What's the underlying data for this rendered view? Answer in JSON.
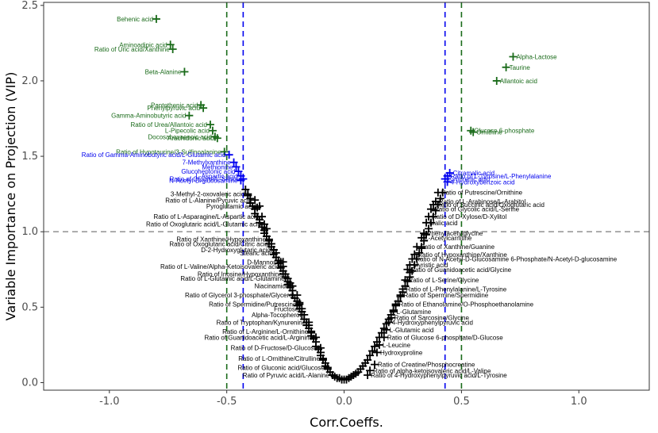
{
  "chart_data": {
    "type": "scatter",
    "xlabel": "Corr.Coeffs.",
    "ylabel": "Variable Importance on Projection (VIP)",
    "xlim": [
      -1.28,
      1.3
    ],
    "ylim": [
      -0.05,
      2.52
    ],
    "xticks": [
      {
        "v": -1.0,
        "label": "-1.0"
      },
      {
        "v": -0.5,
        "label": "-0.5"
      },
      {
        "v": 0.0,
        "label": "0.0"
      },
      {
        "v": 0.5,
        "label": "0.5"
      },
      {
        "v": 1.0,
        "label": "1.0"
      }
    ],
    "yticks": [
      {
        "v": 0.0,
        "label": "0.0"
      },
      {
        "v": 0.5,
        "label": "0.5"
      },
      {
        "v": 1.0,
        "label": "1.0"
      },
      {
        "v": 1.5,
        "label": "1.5"
      },
      {
        "v": 2.0,
        "label": "2.0"
      },
      {
        "v": 2.5,
        "label": "2.5"
      }
    ],
    "reference_lines": [
      {
        "axis": "y",
        "value": 1.0,
        "color": "#999999",
        "dash": "dashed"
      },
      {
        "axis": "x",
        "value": -0.5,
        "color": "#1a6b1a",
        "dash": "dashed"
      },
      {
        "axis": "x",
        "value": 0.5,
        "color": "#1a6b1a",
        "dash": "dashed"
      },
      {
        "axis": "x",
        "value": -0.43,
        "color": "#0000ee",
        "dash": "dashed"
      },
      {
        "axis": "x",
        "value": 0.43,
        "color": "#0000ee",
        "dash": "dashed"
      }
    ],
    "series_colors": {
      "strong": "#1a6b1a",
      "moderate": "#0000ee",
      "other": "#000000"
    },
    "series": [
      {
        "group": "strong",
        "points": [
          {
            "x": -0.8,
            "y": 2.41,
            "label": "Behenic acid"
          },
          {
            "x": -0.74,
            "y": 2.24,
            "label": "Aminoadipic acid"
          },
          {
            "x": -0.73,
            "y": 2.21,
            "label": "Ratio of Uric acid/Xanthine"
          },
          {
            "x": -0.68,
            "y": 2.06,
            "label": "Beta-Alanine"
          },
          {
            "x": -0.61,
            "y": 1.84,
            "label": "Pantothenic acid"
          },
          {
            "x": -0.6,
            "y": 1.82,
            "label": "Phenylpyruvic acid"
          },
          {
            "x": -0.66,
            "y": 1.77,
            "label": "Gamma-Aminobutyric acid"
          },
          {
            "x": -0.57,
            "y": 1.71,
            "label": "Ratio of Urea/Allantoic acid"
          },
          {
            "x": -0.56,
            "y": 1.67,
            "label": "L-Pipecolic acid"
          },
          {
            "x": -0.55,
            "y": 1.63,
            "label": "Docosahexaenoic acid"
          },
          {
            "x": -0.54,
            "y": 1.62,
            "label": "Arachidonic acid"
          },
          {
            "x": -0.51,
            "y": 1.53,
            "label": "Ratio of Hypotaurine/3-Sulfinoalanine"
          },
          {
            "x": 0.72,
            "y": 2.16,
            "label": "Alpha-Lactose"
          },
          {
            "x": 0.69,
            "y": 2.09,
            "label": "Taurine"
          },
          {
            "x": 0.65,
            "y": 2.0,
            "label": "Allantoic acid"
          },
          {
            "x": 0.54,
            "y": 1.67,
            "label": "Glucose 6-phosphate"
          },
          {
            "x": 0.55,
            "y": 1.66,
            "label": "Ornithine"
          }
        ]
      },
      {
        "group": "moderate",
        "points": [
          {
            "x": -0.49,
            "y": 1.51,
            "label": "Ratio of Gamma-Aminobutyric acid/L-Glutamic acid"
          },
          {
            "x": -0.47,
            "y": 1.46,
            "label": "7-Methylxanthine"
          },
          {
            "x": -0.46,
            "y": 1.43,
            "label": "Methionine"
          },
          {
            "x": -0.45,
            "y": 1.4,
            "label": "Glucoheptonic acid"
          },
          {
            "x": -0.44,
            "y": 1.37,
            "label": "L-Aspartic acid"
          },
          {
            "x": -0.43,
            "y": 1.35,
            "label": "Ratio of Glycine/L-Serine"
          },
          {
            "x": -0.44,
            "y": 1.34,
            "label": "N-Acetyl-D-glucosamine"
          },
          {
            "x": 0.45,
            "y": 1.39,
            "label": "Citramalic acid"
          },
          {
            "x": 0.44,
            "y": 1.37,
            "label": "Ratio of L-Tyrosine/L-Phenylalanine"
          },
          {
            "x": 0.43,
            "y": 1.35,
            "label": "Kynurenic acid"
          },
          {
            "x": 0.44,
            "y": 1.33,
            "label": "4-Hydroxybenzoic acid"
          }
        ]
      },
      {
        "group": "other",
        "points": [
          {
            "x": -0.41,
            "y": 1.25,
            "label": "3-Methyl-2-oxovaleric acid"
          },
          {
            "x": -0.38,
            "y": 1.21,
            "label": "Ratio of L-Alanine/Pyruvic acid"
          },
          {
            "x": -0.36,
            "y": 1.17,
            "label": "Pyroglutamic acid"
          },
          {
            "x": -0.35,
            "y": 1.1,
            "label": "Ratio of L-Asparagine/L-Aspartic acid"
          },
          {
            "x": -0.34,
            "y": 1.05,
            "label": "Ratio of Oxoglutaric acid/L-Glutamic acid"
          },
          {
            "x": -0.32,
            "y": 0.95,
            "label": "Ratio of Xanthine/Hypoxanthine"
          },
          {
            "x": -0.31,
            "y": 0.92,
            "label": "Ratio of Oxoglutaric acid/Citric acid"
          },
          {
            "x": -0.3,
            "y": 0.88,
            "label": "D-2-Hydroxyglutaric acid"
          },
          {
            "x": -0.29,
            "y": 0.86,
            "label": "Stearic acid"
          },
          {
            "x": -0.26,
            "y": 0.8,
            "label": "D-Mannose"
          },
          {
            "x": -0.26,
            "y": 0.77,
            "label": "Ratio of L-Valine/Alpha-Ketoisovaleric acid"
          },
          {
            "x": -0.25,
            "y": 0.72,
            "label": "Ratio of Inosine/Hypoxanthine"
          },
          {
            "x": -0.24,
            "y": 0.69,
            "label": "Ratio of L-Glutamic acid/L-Glutamine"
          },
          {
            "x": -0.22,
            "y": 0.64,
            "label": "Niacinamide"
          },
          {
            "x": -0.2,
            "y": 0.58,
            "label": "Ratio of Glycerol 3-phosphate/Glycerol"
          },
          {
            "x": -0.19,
            "y": 0.52,
            "label": "Ratio of Spermidine/Putrescine"
          },
          {
            "x": -0.18,
            "y": 0.49,
            "label": "Fructose"
          },
          {
            "x": -0.17,
            "y": 0.45,
            "label": "Alpha-Tocopherol"
          },
          {
            "x": -0.15,
            "y": 0.4,
            "label": "Ratio of Tryptophan/Kynurenine"
          },
          {
            "x": -0.14,
            "y": 0.34,
            "label": "Ratio of L-Arginine/L-Ornithine"
          },
          {
            "x": -0.12,
            "y": 0.3,
            "label": "Ratio of Guanidoacetic acid/L-Arginine"
          },
          {
            "x": -0.1,
            "y": 0.23,
            "label": "Ratio of D-Fructose/D-Glucose"
          },
          {
            "x": -0.09,
            "y": 0.16,
            "label": "Ratio of L-Ornithine/Citrulline"
          },
          {
            "x": -0.07,
            "y": 0.1,
            "label": "Ratio of Gluconic acid/Glucose"
          },
          {
            "x": -0.05,
            "y": 0.05,
            "label": "Ratio of Pyruvic acid/L-Alanine"
          },
          {
            "x": 0.4,
            "y": 1.26,
            "label": "Ratio of Putrescine/Ornithine"
          },
          {
            "x": 0.39,
            "y": 1.2,
            "label": "Ratio of L-Arabinose/L-Arabitol"
          },
          {
            "x": 0.38,
            "y": 1.18,
            "label": "Ratio of Succinic acid/Oxoglutaric acid"
          },
          {
            "x": 0.37,
            "y": 1.15,
            "label": "Ratio of Glycolic acid/L-Serine"
          },
          {
            "x": 0.36,
            "y": 1.1,
            "label": "Ratio of D-Xylose/D-Xylitol"
          },
          {
            "x": 0.35,
            "y": 1.06,
            "label": "Malic acid"
          },
          {
            "x": 0.34,
            "y": 0.99,
            "label": "Phenylacetylglycine"
          },
          {
            "x": 0.33,
            "y": 0.96,
            "label": "L-Acetylcarnitine"
          },
          {
            "x": 0.31,
            "y": 0.9,
            "label": "Ratio of Xanthine/Guanine"
          },
          {
            "x": 0.3,
            "y": 0.85,
            "label": "Ratio of Hypoxanthine/Xanthine"
          },
          {
            "x": 0.29,
            "y": 0.82,
            "label": "Ratio of N-Acetyl-D-Glucosamine 6-Phosphate/N-Acetyl-D-glucosamine"
          },
          {
            "x": 0.28,
            "y": 0.78,
            "label": "Myristic acid"
          },
          {
            "x": 0.27,
            "y": 0.75,
            "label": "Ratio of Guanidoacetic acid/Glycine"
          },
          {
            "x": 0.26,
            "y": 0.68,
            "label": "Ratio of L-Serine/Glycine"
          },
          {
            "x": 0.25,
            "y": 0.62,
            "label": "Ratio of L-Phenylalanine/L-Tyrosine"
          },
          {
            "x": 0.24,
            "y": 0.58,
            "label": "Ratio of Spermine/Spermidine"
          },
          {
            "x": 0.22,
            "y": 0.52,
            "label": "Ratio of Ethanolamine/O-Phosphoethanolamine"
          },
          {
            "x": 0.21,
            "y": 0.47,
            "label": "L-Glutamine"
          },
          {
            "x": 0.2,
            "y": 0.43,
            "label": "Ratio of Sarcosine/Glycine"
          },
          {
            "x": 0.19,
            "y": 0.4,
            "label": "4-Hydroxyphenylpyruvic acid"
          },
          {
            "x": 0.18,
            "y": 0.35,
            "label": "L-Glutamic acid"
          },
          {
            "x": 0.17,
            "y": 0.3,
            "label": "Ratio of Glucose 6-phosphate/D-Glucose"
          },
          {
            "x": 0.15,
            "y": 0.25,
            "label": "L-Leucine"
          },
          {
            "x": 0.14,
            "y": 0.2,
            "label": "Hydroxyproline"
          },
          {
            "x": 0.13,
            "y": 0.12,
            "label": "Ratio of Creatine/Phosphocreatine"
          },
          {
            "x": 0.11,
            "y": 0.08,
            "label": "Ratio of alpha-ketoisovaleric acid/L-Valine"
          },
          {
            "x": 0.1,
            "y": 0.05,
            "label": "Ratio of 4-Hydroxyphenylpyruvic acid/L-Tyrosine"
          }
        ]
      }
    ],
    "cloud": [
      [
        -0.42,
        1.28
      ],
      [
        -0.41,
        1.24
      ],
      [
        -0.4,
        1.22
      ],
      [
        -0.4,
        1.19
      ],
      [
        -0.39,
        1.17
      ],
      [
        -0.38,
        1.15
      ],
      [
        -0.38,
        1.12
      ],
      [
        -0.37,
        1.1
      ],
      [
        -0.36,
        1.08
      ],
      [
        -0.36,
        1.06
      ],
      [
        -0.35,
        1.03
      ],
      [
        -0.34,
        1.01
      ],
      [
        -0.34,
        0.99
      ],
      [
        -0.33,
        0.97
      ],
      [
        -0.32,
        0.94
      ],
      [
        -0.32,
        0.92
      ],
      [
        -0.31,
        0.9
      ],
      [
        -0.3,
        0.88
      ],
      [
        -0.3,
        0.85
      ],
      [
        -0.29,
        0.83
      ],
      [
        -0.28,
        0.81
      ],
      [
        -0.28,
        0.79
      ],
      [
        -0.27,
        0.76
      ],
      [
        -0.26,
        0.74
      ],
      [
        -0.26,
        0.72
      ],
      [
        -0.25,
        0.7
      ],
      [
        -0.24,
        0.67
      ],
      [
        -0.24,
        0.65
      ],
      [
        -0.23,
        0.63
      ],
      [
        -0.22,
        0.61
      ],
      [
        -0.22,
        0.58
      ],
      [
        -0.21,
        0.56
      ],
      [
        -0.2,
        0.54
      ],
      [
        -0.2,
        0.51
      ],
      [
        -0.19,
        0.49
      ],
      [
        -0.18,
        0.47
      ],
      [
        -0.18,
        0.45
      ],
      [
        -0.17,
        0.42
      ],
      [
        -0.16,
        0.4
      ],
      [
        -0.16,
        0.38
      ],
      [
        -0.15,
        0.36
      ],
      [
        -0.14,
        0.33
      ],
      [
        -0.14,
        0.31
      ],
      [
        -0.13,
        0.29
      ],
      [
        -0.12,
        0.27
      ],
      [
        -0.12,
        0.24
      ],
      [
        -0.11,
        0.22
      ],
      [
        -0.1,
        0.2
      ],
      [
        -0.1,
        0.18
      ],
      [
        -0.09,
        0.15
      ],
      [
        -0.08,
        0.13
      ],
      [
        -0.08,
        0.11
      ],
      [
        -0.07,
        0.09
      ],
      [
        -0.06,
        0.07
      ],
      [
        -0.05,
        0.05
      ],
      [
        -0.04,
        0.04
      ],
      [
        -0.03,
        0.03
      ],
      [
        -0.02,
        0.03
      ],
      [
        -0.01,
        0.02
      ],
      [
        0.0,
        0.02
      ],
      [
        0.01,
        0.02
      ],
      [
        0.02,
        0.03
      ],
      [
        0.03,
        0.04
      ],
      [
        0.04,
        0.05
      ],
      [
        0.05,
        0.06
      ],
      [
        0.06,
        0.07
      ],
      [
        0.07,
        0.09
      ],
      [
        0.08,
        0.11
      ],
      [
        0.09,
        0.13
      ],
      [
        0.1,
        0.15
      ],
      [
        0.11,
        0.18
      ],
      [
        0.12,
        0.21
      ],
      [
        0.13,
        0.24
      ],
      [
        0.14,
        0.27
      ],
      [
        0.15,
        0.3
      ],
      [
        0.16,
        0.33
      ],
      [
        0.17,
        0.36
      ],
      [
        0.18,
        0.39
      ],
      [
        0.19,
        0.42
      ],
      [
        0.2,
        0.45
      ],
      [
        0.21,
        0.48
      ],
      [
        0.22,
        0.51
      ],
      [
        0.23,
        0.54
      ],
      [
        0.24,
        0.57
      ],
      [
        0.25,
        0.6
      ],
      [
        0.26,
        0.64
      ],
      [
        0.27,
        0.67
      ],
      [
        0.28,
        0.7
      ],
      [
        0.29,
        0.74
      ],
      [
        0.3,
        0.78
      ],
      [
        0.31,
        0.82
      ],
      [
        0.32,
        0.86
      ],
      [
        0.33,
        0.9
      ],
      [
        0.34,
        0.94
      ],
      [
        0.35,
        0.98
      ],
      [
        0.36,
        1.02
      ],
      [
        0.37,
        1.06
      ],
      [
        0.38,
        1.1
      ],
      [
        0.39,
        1.14
      ],
      [
        0.4,
        1.18
      ],
      [
        0.41,
        1.22
      ],
      [
        0.42,
        1.26
      ],
      [
        -0.37,
        1.16
      ],
      [
        -0.33,
        1.02
      ],
      [
        -0.27,
        0.8
      ],
      [
        -0.23,
        0.66
      ],
      [
        -0.19,
        0.53
      ],
      [
        -0.15,
        0.38
      ],
      [
        0.28,
        0.73
      ],
      [
        0.33,
        0.89
      ]
    ]
  }
}
